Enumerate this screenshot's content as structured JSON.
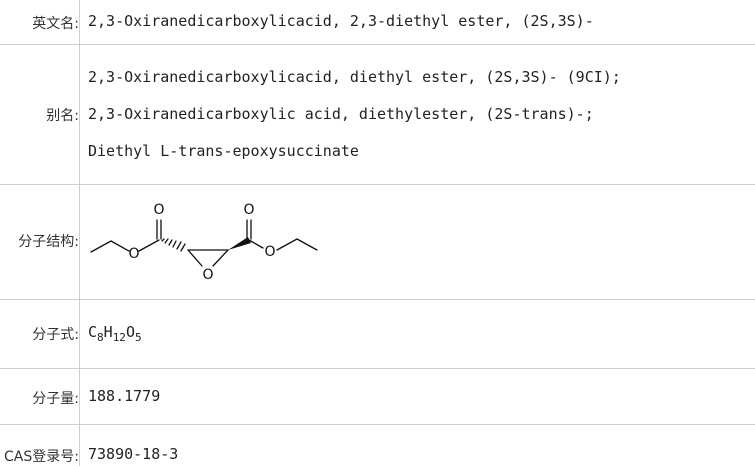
{
  "rows": {
    "english_name": {
      "label": "英文名:",
      "value": "2,3-Oxiranedicarboxylicacid, 2,3-diethyl ester, (2S,3S)-"
    },
    "alias": {
      "label": "别名:",
      "values": [
        "2,3-Oxiranedicarboxylicacid, diethyl ester, (2S,3S)- (9CI);",
        "2,3-Oxiranedicarboxylic acid, diethylester, (2S-trans)-;",
        "Diethyl L-trans-epoxysuccinate"
      ]
    },
    "structure": {
      "label": "分子结构:",
      "atoms": {
        "carbonyl_o_left": "O",
        "carbonyl_o_right": "O",
        "ester_o_left": "O",
        "ester_o_right": "O",
        "epoxide_o": "O"
      }
    },
    "formula": {
      "label": "分子式:",
      "parts": [
        {
          "t": "C",
          "sub": "8"
        },
        {
          "t": "H",
          "sub": "12"
        },
        {
          "t": "O",
          "sub": "5"
        }
      ]
    },
    "mol_weight": {
      "label": "分子量:",
      "value": "188.1779"
    },
    "cas": {
      "label": "CAS登录号:",
      "value": "73890-18-3"
    }
  }
}
